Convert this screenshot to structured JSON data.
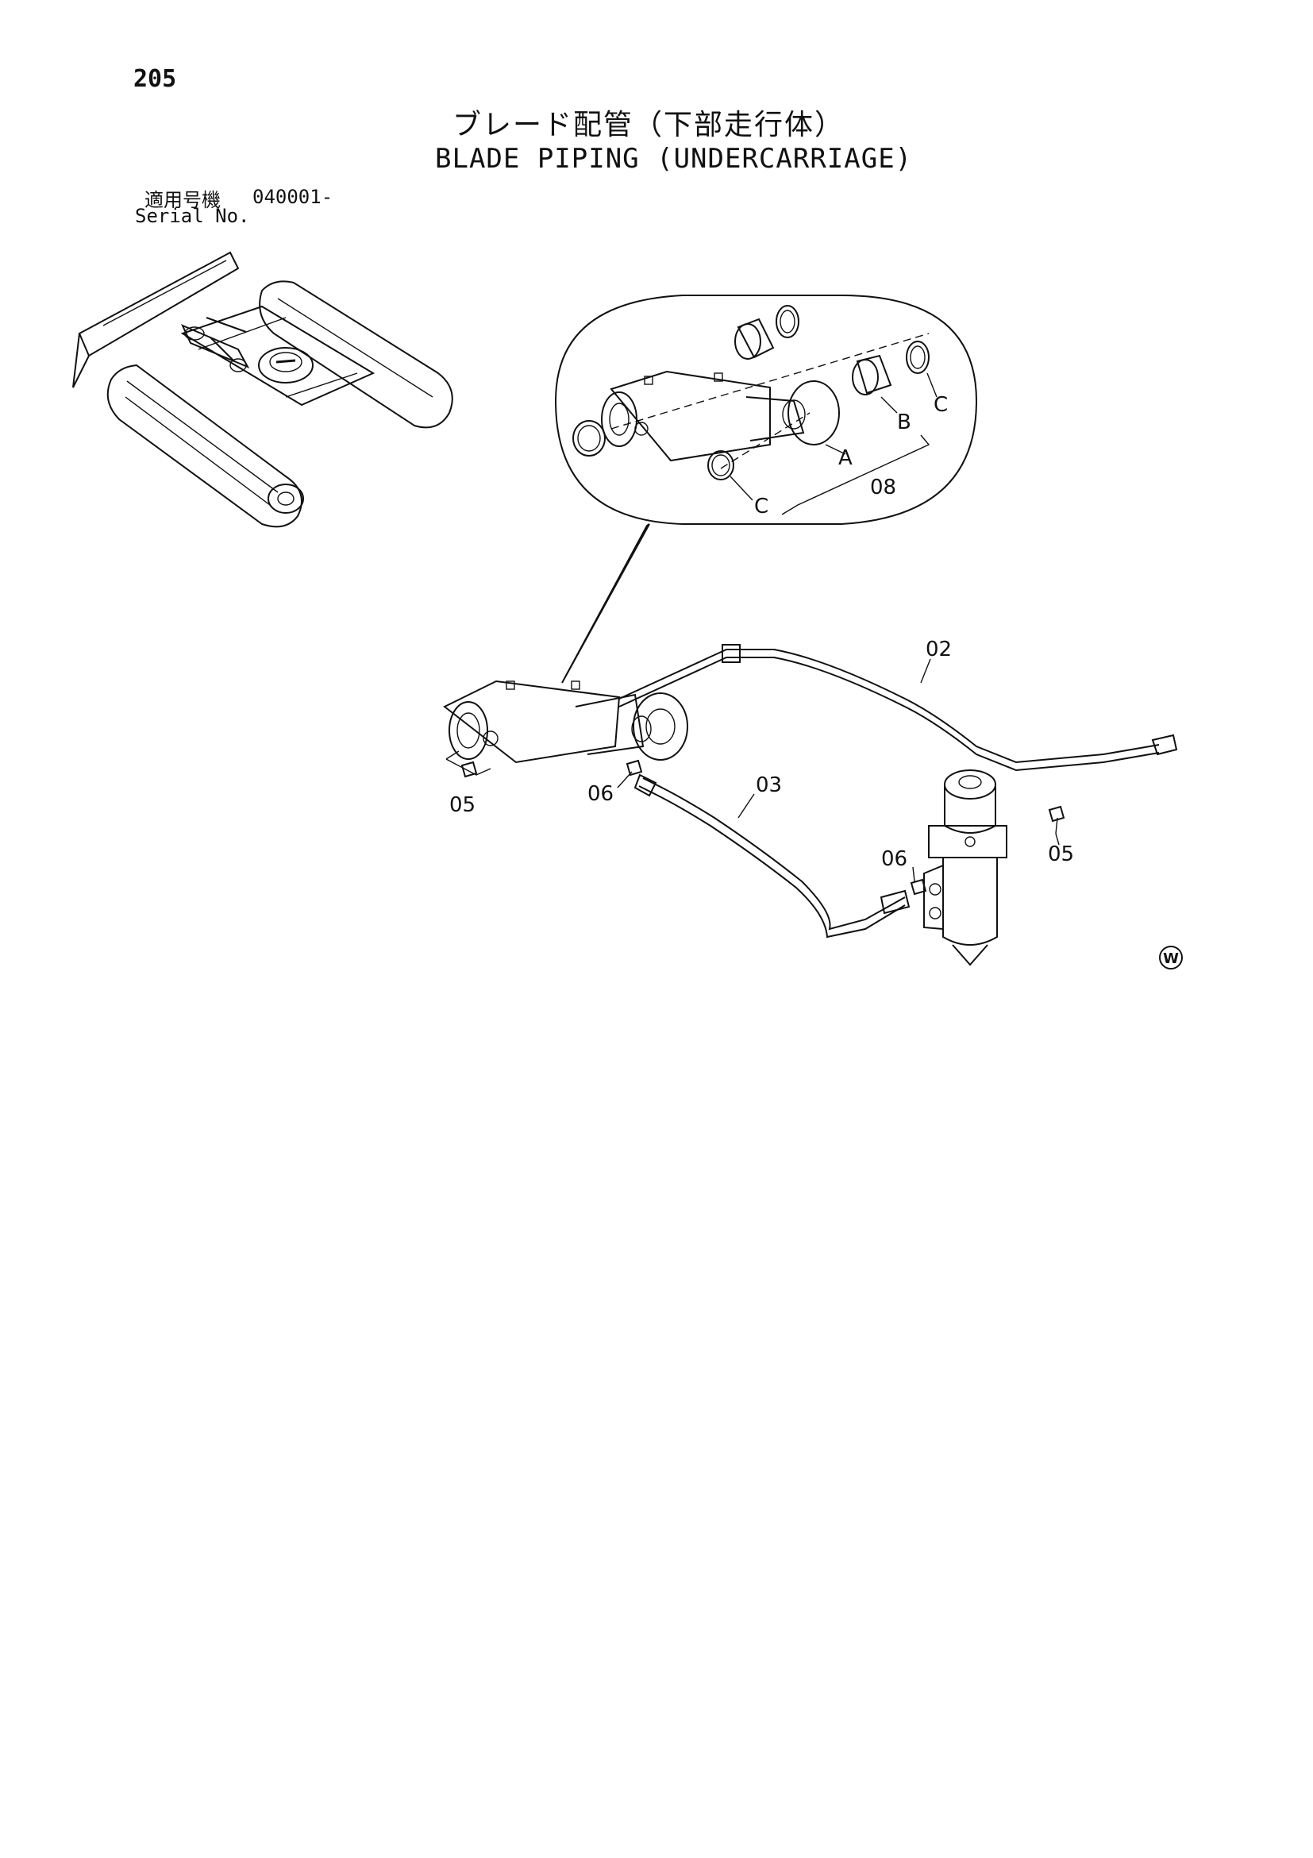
{
  "page": {
    "number": "205",
    "title_ja": "ブレード配管（下部走行体）",
    "title_en": "BLADE PIPING (UNDERCARRIAGE)",
    "serial_label_ja": "適用号機",
    "serial_value": "040001-",
    "serial_label_en": "Serial No."
  },
  "callouts": {
    "p02": "02",
    "p03": "03",
    "p05_left": "05",
    "p05_right": "05",
    "p06_left": "06",
    "p06_right": "06",
    "p08": "08",
    "A": "A",
    "B": "B",
    "C_top": "C",
    "C_bottom": "C"
  },
  "symbols": {
    "w_mark": "W"
  }
}
